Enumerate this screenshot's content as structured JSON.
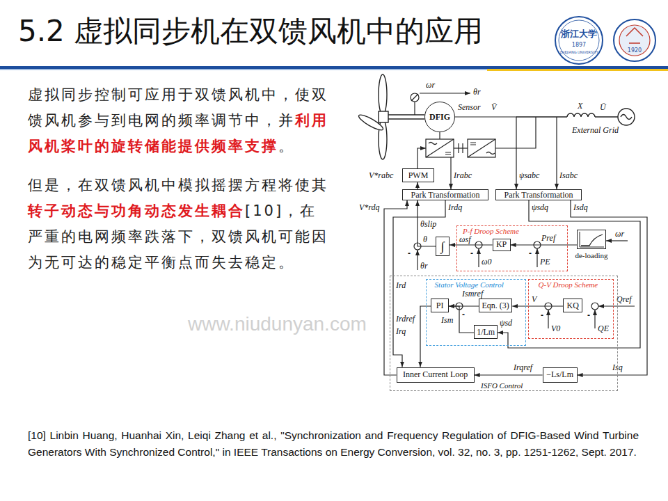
{
  "diagram": {
    "title": "5.2 虚拟同步机在双馈风机中的应用",
    "nodes": [
      {
        "text": [
          "DFIG"
        ]
      },
      {
        "text": [
          "PWM"
        ]
      },
      {
        "text": [
          "Park Transformation"
        ]
      },
      {
        "text": [
          "Park Transformation"
        ]
      },
      {
        "text": [
          "P-f Droop Scheme"
        ]
      },
      {
        "text": [
          "KP"
        ],
        "in": 4
      },
      {
        "text": [
          "de-loading"
        ]
      },
      {
        "text": [
          "∫"
        ]
      },
      {
        "text": [
          "ISFO Control"
        ]
      },
      {
        "text": [
          "Stator Voltage Control"
        ],
        "in": 8
      },
      {
        "text": [
          "PI"
        ],
        "in": 9
      },
      {
        "text": [
          "Eqn. (3)"
        ],
        "in": 9
      },
      {
        "text": [
          "1/Lm"
        ],
        "in": 9
      },
      {
        "text": [
          "Q-V Droop Scheme"
        ],
        "in": 8
      },
      {
        "text": [
          "KQ"
        ],
        "in": 13
      },
      {
        "text": [
          "Inner Current Loop"
        ],
        "in": 8
      },
      {
        "text": [
          "−Ls/Lm"
        ],
        "in": 8
      }
    ],
    "edges": [
      {
        "from": 2,
        "to": 1,
        "arrow": "to"
      },
      {
        "from": 15,
        "to": 2,
        "arrow": "to"
      },
      {
        "from": 7,
        "to": 2,
        "arrow": "to"
      },
      {
        "from": 2,
        "to": 15,
        "arrow": "to"
      },
      {
        "from": 0,
        "to": 3,
        "arrow": "to"
      },
      {
        "from": 5,
        "to": 7,
        "arrow": "to"
      },
      {
        "from": 6,
        "to": 5,
        "arrow": "to"
      },
      {
        "from": 11,
        "to": 10,
        "arrow": "to"
      },
      {
        "from": 12,
        "to": 10,
        "arrow": "to"
      },
      {
        "from": 14,
        "to": 11,
        "arrow": "to"
      },
      {
        "from": 10,
        "to": 15,
        "arrow": "to"
      },
      {
        "from": 16,
        "to": 15,
        "arrow": "to"
      },
      {
        "from": 3,
        "to": 12,
        "arrow": "to"
      },
      {
        "from": 3,
        "to": 16,
        "arrow": "to"
      }
    ],
    "labels": [
      "浙江大学",
      "1897",
      "ZHEJIANG UNIVERSITY",
      "1920",
      "虚拟同步控制可应用于双馈风机中，使双馈风机参与到电网的频率调节中，并",
      "利用风机桨叶的旋转储能提供频率支撑",
      "。",
      "但是，在双馈风机中模拟摇摆方程将使其",
      "转子动态与功角动态发生耦合",
      "[10]，在严重的电网频率跌落下，双馈风机可能因为无可达的稳定平衡点而失去稳定。",
      "www.niudunyan.com",
      "ωr",
      "θr",
      "Sensor",
      "V̄",
      "Ū",
      "X",
      "External Grid",
      "Irabc",
      "V*rabc",
      "ψsabc",
      "Isabc",
      "Irdq",
      "V*rdq",
      "ψsdq",
      "Isdq",
      "θslip",
      "θr",
      "θ",
      "ωsf",
      "ω0",
      "PE",
      "Pref",
      "ωr",
      "Ird",
      "Irdref",
      "Ismref",
      "Ism",
      "ψsd",
      "V",
      "V0",
      "QE",
      "Qref",
      "Irq",
      "Irqref",
      "Isq",
      "-",
      "-",
      "-",
      "-",
      "-",
      "-",
      "[10] Linbin Huang, Huanhai Xin, Leiqi Zhang et al., \"Synchronization and Frequency Regulation of DFIG-Based Wind Turbine Generators With Synchronized Control,\" in IEEE Transactions on Energy Conversion, vol. 32, no. 3, pp. 1251-1262, Sept. 2017."
    ]
  }
}
